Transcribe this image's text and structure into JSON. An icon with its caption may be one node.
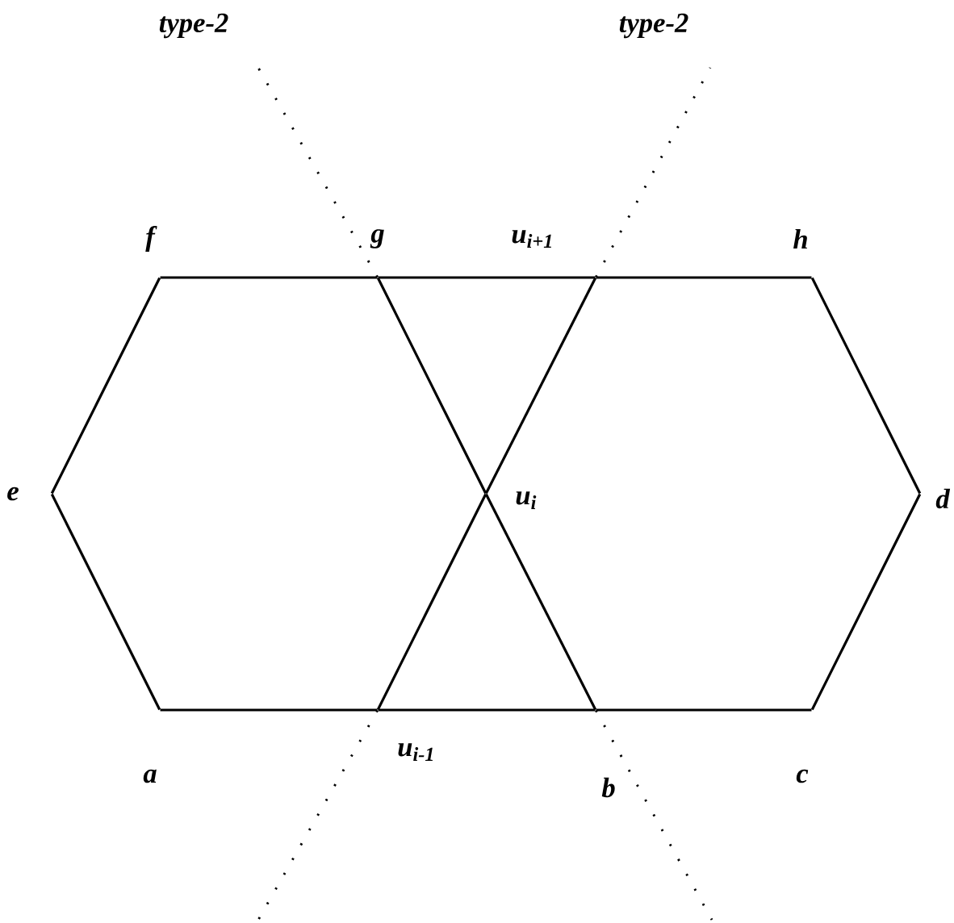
{
  "diagram": {
    "nodes": [
      {
        "text": [
          "f"
        ]
      },
      {
        "text": [
          "g"
        ]
      },
      {
        "text": [
          "u$_{i+1}$"
        ]
      },
      {
        "text": [
          "h"
        ]
      },
      {
        "text": [
          "e"
        ]
      },
      {
        "text": [
          "u$_{i}$"
        ]
      },
      {
        "text": [
          "d"
        ]
      },
      {
        "text": [
          "a"
        ]
      },
      {
        "text": [
          "u$_{i-1}$"
        ]
      },
      {
        "text": [
          "b"
        ]
      },
      {
        "text": [
          "c"
        ]
      }
    ],
    "edges": [
      {
        "from": 0,
        "to": 1,
        "arrow": "none"
      },
      {
        "from": 1,
        "to": 2,
        "arrow": "none"
      },
      {
        "from": 2,
        "to": 3,
        "arrow": "none"
      },
      {
        "from": 3,
        "to": 6,
        "arrow": "none"
      },
      {
        "from": 6,
        "to": 10,
        "arrow": "none"
      },
      {
        "from": 10,
        "to": 9,
        "arrow": "none"
      },
      {
        "from": 9,
        "to": 8,
        "arrow": "none"
      },
      {
        "from": 8,
        "to": 7,
        "arrow": "none"
      },
      {
        "from": 7,
        "to": 4,
        "arrow": "none"
      },
      {
        "from": 4,
        "to": 0,
        "arrow": "none"
      },
      {
        "from": 1,
        "to": 5,
        "arrow": "none"
      },
      {
        "from": 5,
        "to": 9,
        "arrow": "none"
      },
      {
        "from": 2,
        "to": 5,
        "arrow": "none"
      },
      {
        "from": 5,
        "to": 8,
        "arrow": "none"
      },
      {
        "from": 1,
        "to": null,
        "arrow": "none",
        "style": "dashed"
      },
      {
        "from": 2,
        "to": null,
        "arrow": "none",
        "style": "dashed"
      },
      {
        "from": 8,
        "to": null,
        "arrow": "none",
        "style": "dashed"
      },
      {
        "from": 9,
        "to": null,
        "arrow": "none",
        "style": "dashed"
      }
    ],
    "labels": [
      "type-2",
      "type-2"
    ]
  }
}
